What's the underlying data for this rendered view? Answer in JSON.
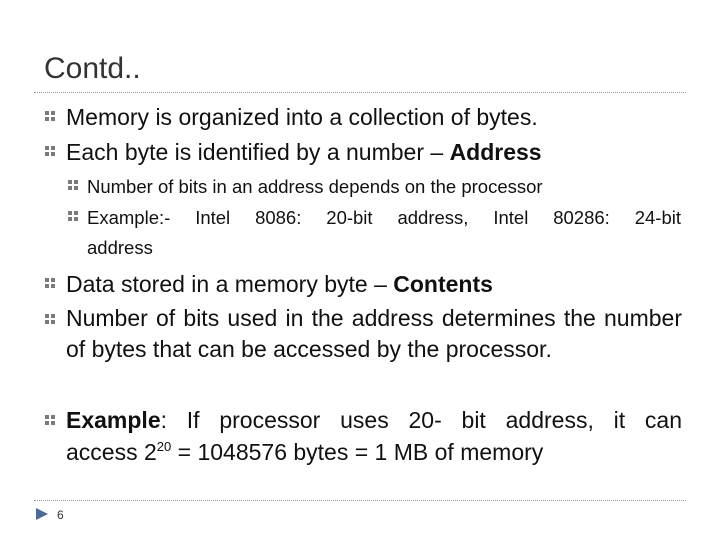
{
  "slide": {
    "title": "Contd..",
    "page_number": "6"
  },
  "bullets": {
    "b1": "Memory is organized into a collection of bytes.",
    "b2_pre": "Each byte is identified by a number – ",
    "b2_bold": "Address",
    "sub1": "Number of bits in an address depends on the processor",
    "sub2_line1": "Example:- Intel 8086: 20-bit address, Intel 80286: 24-bit",
    "sub2_line2": "address",
    "b3_pre": "Data stored in a memory byte – ",
    "b3_bold": "Contents",
    "b4": "Number of bits used in the address determines the number of bytes that can be accessed by the processor.",
    "b5_bold": "Example",
    "b5_line1_rest": ": If processor uses 20- bit address, it can",
    "b5_line2_pre": "access 2",
    "b5_exponent": "20",
    "b5_line2_post": " = 1048576 bytes = 1 MB of memory"
  },
  "icons": {
    "bullet": "square-bullet-icon",
    "page_marker": "triangle-marker-icon"
  },
  "colors": {
    "bullet": "#7a7a7a",
    "marker": "#4a6a9a"
  }
}
